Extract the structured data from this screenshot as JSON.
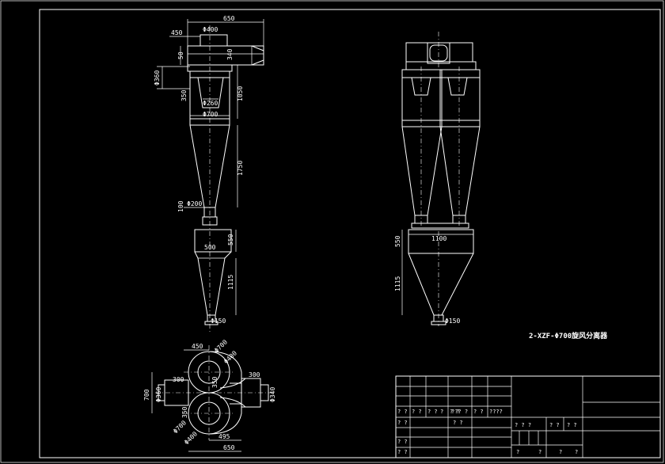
{
  "title": "2-XZF-Φ700旋风分离器",
  "dims": {
    "front_650": "650",
    "front_450": "450",
    "front_d400": "Φ400",
    "front_50": "50",
    "front_340": "340",
    "front_d360": "Φ360",
    "front_350": "350",
    "front_d260": "Φ260",
    "front_1050": "1050",
    "front_d700": "Φ700",
    "front_1750": "1750",
    "front_d200": "Φ200",
    "front_100": "100",
    "front_550": "550",
    "front_500": "500",
    "front_1115": "1115",
    "front_d150": "Φ150",
    "side_1100": "1100",
    "side_550": "550",
    "side_1115": "1115",
    "side_d150": "Φ150",
    "plan_450": "450",
    "plan_d700a": "Φ700",
    "plan_d400a": "Φ400",
    "plan_300a": "300",
    "plan_300b": "300",
    "plan_700": "700",
    "plan_d360": "Φ360",
    "plan_d340": "Φ340",
    "plan_350a": "350",
    "plan_350b": "350",
    "plan_d700b": "Φ700",
    "plan_d400b": "Φ400",
    "plan_495": "495",
    "plan_650": "650"
  },
  "title_block": {
    "row1": [
      "? ?",
      "? ?",
      "? ?",
      "?",
      "? ?",
      "??? ?",
      "? ?",
      "????"
    ],
    "row2": [
      "? ?",
      "? ?"
    ],
    "row3": [
      "? ?"
    ],
    "row4": [
      "? ?"
    ],
    "right_mid": [
      "? ? ?",
      "? ?",
      "? ?"
    ],
    "right_bottom": [
      "?",
      "?",
      "?",
      "?"
    ]
  }
}
